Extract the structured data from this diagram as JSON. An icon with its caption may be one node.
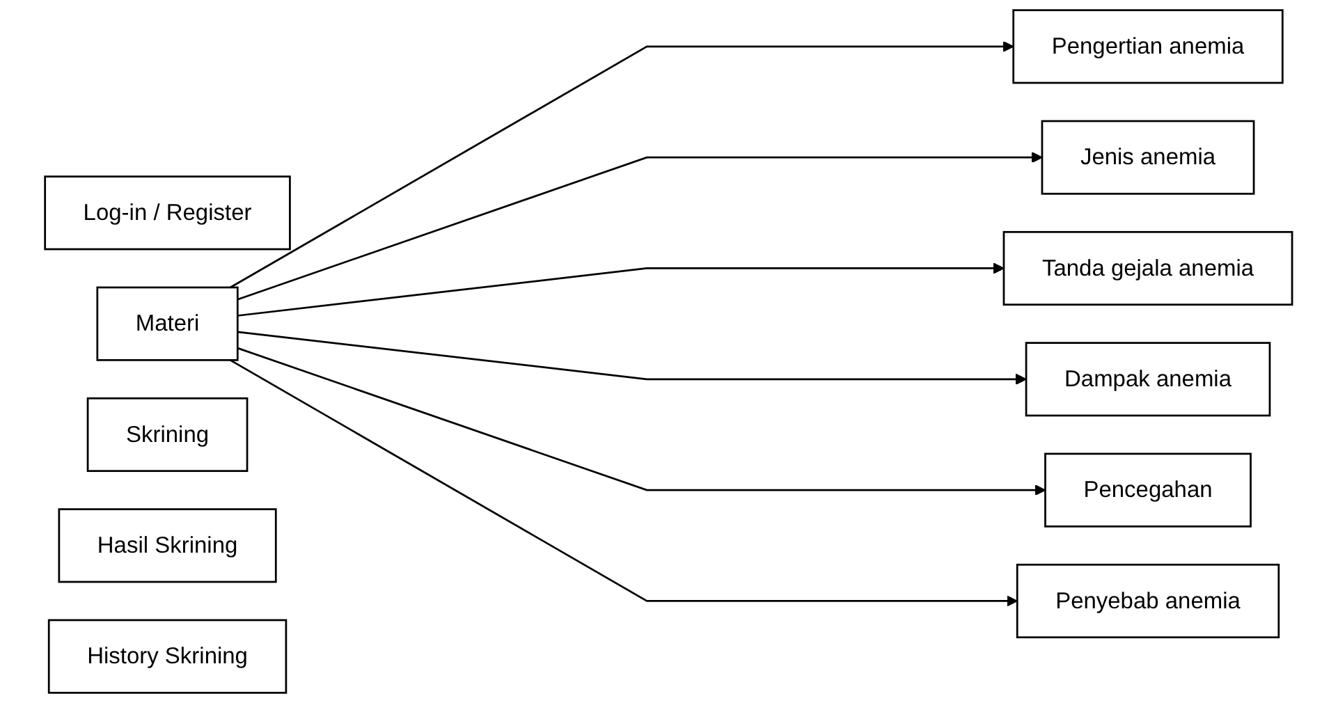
{
  "diagram": {
    "nodes": [
      {
        "text": [
          "Log-in / Register"
        ]
      },
      {
        "text": [
          "Materi"
        ]
      },
      {
        "text": [
          "Skrining"
        ]
      },
      {
        "text": [
          "Hasil Skrining"
        ]
      },
      {
        "text": [
          "History Skrining"
        ]
      },
      {
        "text": [
          "Pengertian anemia"
        ]
      },
      {
        "text": [
          "Jenis anemia"
        ]
      },
      {
        "text": [
          "Tanda gejala anemia"
        ]
      },
      {
        "text": [
          "Dampak anemia"
        ]
      },
      {
        "text": [
          "Pencegahan"
        ]
      },
      {
        "text": [
          "Penyebab anemia"
        ]
      }
    ],
    "edges": [
      {
        "from": 1,
        "to": 5,
        "arrow": "to"
      },
      {
        "from": 1,
        "to": 6,
        "arrow": "to"
      },
      {
        "from": 1,
        "to": 7,
        "arrow": "to"
      },
      {
        "from": 1,
        "to": 8,
        "arrow": "to"
      },
      {
        "from": 1,
        "to": 9,
        "arrow": "to"
      },
      {
        "from": 1,
        "to": 10,
        "arrow": "to"
      }
    ]
  }
}
